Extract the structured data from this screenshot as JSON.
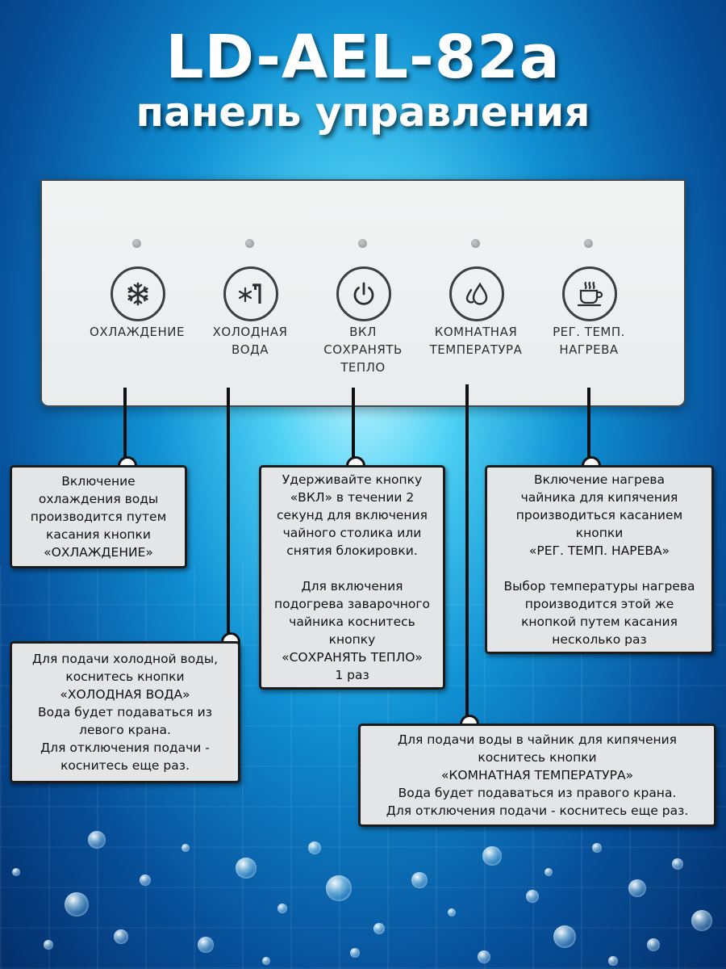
{
  "header": {
    "model": "LD-AEL-82a",
    "subtitle": "панель управления"
  },
  "panel": {
    "buttons": [
      {
        "id": "cooling",
        "label": "ОХЛАЖДЕНИЕ",
        "icon": "snowflake-icon"
      },
      {
        "id": "cold-water",
        "label": "ХОЛОДНАЯ\nВОДА",
        "icon": "snowflake-faucet-icon"
      },
      {
        "id": "power",
        "label": "ВКЛ\nСОХРАНЯТЬ\nТЕПЛО",
        "icon": "power-icon"
      },
      {
        "id": "room-temp",
        "label": "КОМНАТНАЯ\nТЕМПЕРАТУРА",
        "icon": "water-drops-icon"
      },
      {
        "id": "heat-temp",
        "label": "РЕГ. ТЕМП.\nНАГРЕВА",
        "icon": "hot-cup-icon"
      }
    ]
  },
  "callouts": {
    "cooling": "Включение\nохлаждения воды\nпроизводится путем\nкасания кнопки\n«ОХЛАЖДЕНИЕ»",
    "cold_water": "Для подачи холодной воды,\nкоснитесь кнопки\n«ХОЛОДНАЯ ВОДА»\nВода будет подаваться из\nлевого крана.\nДля отключения подачи -\nкоснитесь еще раз.",
    "power": "Удерживайте кнопку\n«ВКЛ» в течении 2\nсекунд для включения\nчайного столика или\nснятия блокировки.\n\nДля включения\nподогрева заварочного\nчайника коснитесь\nкнопку\n«СОХРАНЯТЬ ТЕПЛО»\n1 раз",
    "room_temp": "Для подачи воды в чайник для кипячения\nкоснитесь кнопки\n«КОМНАТНАЯ ТЕМПЕРАТУРА»\nВода будет подаваться из правого крана.\nДля отключения подачи - коснитесь еще раз.",
    "heat_temp": "Включение нагрева\nчайника для кипячения\nпроизводиться касанием\nкнопки\n«РЕГ. ТЕМП. НАРЕВА»\n\nВыбор температуры нагрева\nпроизводится этой же\nкнопкой путем касания\nнесколько раз"
  },
  "colors": {
    "background_center": "#4fd2f5",
    "background_edge": "#042e6a",
    "panel": "#eef0f0",
    "callout": "#e3e5e6",
    "outline": "#111111"
  }
}
